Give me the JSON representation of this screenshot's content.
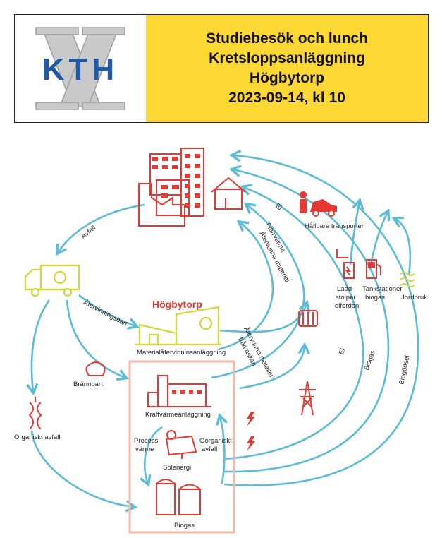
{
  "header": {
    "logo_text": "KTH",
    "title_lines": [
      "Studiebesök och lunch",
      "Kretsloppsanläggning",
      "Högbytorp",
      "2023-09-14, kl 10"
    ]
  },
  "colors": {
    "teal": "#5bbcd6",
    "red": "#e53935",
    "olive": "#d4d43c",
    "kth_blue": "#1f5aa6",
    "kth_gray": "#b9b9b9",
    "title_bg": "#fdd835",
    "box_border": "#f2b8a8"
  },
  "labels": {
    "hogbytorp": "Högbytorp",
    "avfall": "Avfall",
    "el_top": "El",
    "fjarrvarme": "Fjärrvärme",
    "atervunna_material": "Återvunna material",
    "hallbara_transporter": "Hållbara transporter",
    "laddstolpar": [
      "Ladd-",
      "stolpar",
      "elfordon"
    ],
    "tankstationer": [
      "Tankstationer",
      "biogas"
    ],
    "jordbruk": "Jordbruk",
    "atervinningsbart": "Återvinningsbart",
    "materialatervinning": "Materialåtervinninsanläggning",
    "atervunna_metaller": [
      "Återvunna metaller",
      "från askan"
    ],
    "el_mid": "El",
    "biogas_arrow": "Biogas",
    "biogodsel": "Biogödsel",
    "brannbart": "Brännbart",
    "organiskt_avfall": "Organiskt avfall",
    "kraftvarme": "Kraftvärmeanläggning",
    "processvarme": [
      "Process-",
      "värme"
    ],
    "oorganiskt": [
      "Oorganiskt",
      "avfall"
    ],
    "solenergi": "Solenergi",
    "biogas_plant": "Biogas"
  }
}
